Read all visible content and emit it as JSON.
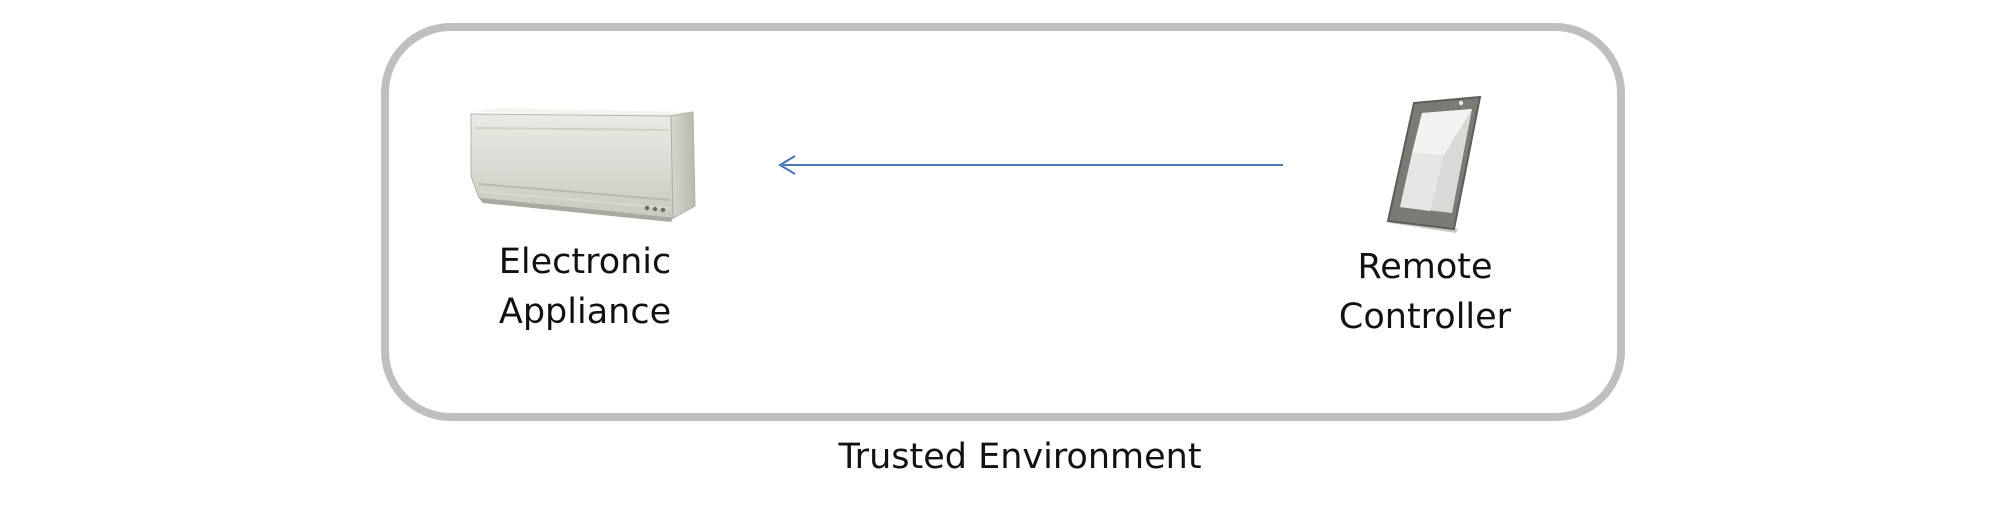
{
  "diagram": {
    "nodes": {
      "appliance": {
        "line1": "Electronic",
        "line2": "Appliance",
        "icon": "air-conditioner-icon"
      },
      "remote": {
        "line1": "Remote",
        "line2": "Controller",
        "icon": "smartphone-icon"
      }
    },
    "edges": [
      {
        "from": "remote",
        "to": "appliance",
        "color": "#4a74b5"
      }
    ],
    "boundary": {
      "label": "Trusted Environment",
      "color": "#bfbfbf"
    }
  }
}
